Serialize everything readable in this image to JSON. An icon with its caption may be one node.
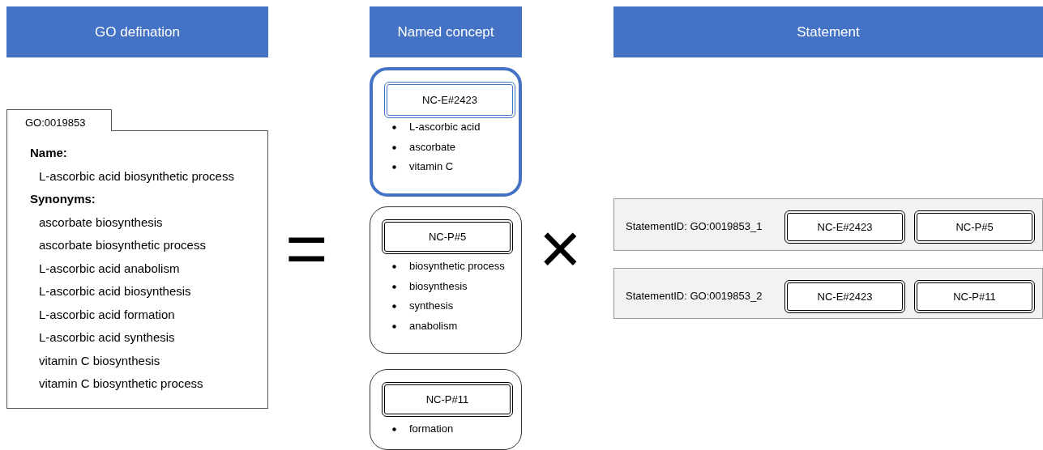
{
  "diagram": {
    "nodes": [
      {
        "text": [
          "GO defination"
        ]
      },
      {
        "text": [
          "Named concept"
        ]
      },
      {
        "text": [
          "Statement"
        ]
      },
      {
        "text": [
          "GO:0019853",
          "Name:",
          "L-ascorbic acid biosynthetic process",
          "Synonyms:",
          "ascorbate biosynthesis",
          "ascorbate biosynthetic process",
          "L-ascorbic acid anabolism",
          "L-ascorbic acid biosynthesis",
          "L-ascorbic acid formation",
          "L-ascorbic acid synthesis",
          "vitamin C biosynthesis",
          "vitamin C biosynthetic process"
        ]
      },
      {
        "text": [
          "L-ascorbic acid",
          "ascorbate",
          "vitamin C"
        ]
      },
      {
        "text": [
          "NC-E#2423"
        ],
        "in": 4
      },
      {
        "text": [
          "biosynthetic process",
          "biosynthesis",
          "synthesis",
          "anabolism"
        ]
      },
      {
        "text": [
          "NC-P#5"
        ],
        "in": 6
      },
      {
        "text": [
          "formation"
        ]
      },
      {
        "text": [
          "NC-P#11"
        ],
        "in": 8
      },
      {
        "text": [
          "StatementID: GO:0019853_1"
        ]
      },
      {
        "text": [
          "NC-E#2423"
        ],
        "in": 10
      },
      {
        "text": [
          "NC-P#5"
        ],
        "in": 10
      },
      {
        "text": [
          "StatementID: GO:0019853_2"
        ]
      },
      {
        "text": [
          "NC-E#2423"
        ],
        "in": 13
      },
      {
        "text": [
          "NC-P#11"
        ],
        "in": 13
      }
    ],
    "labels": [
      "=",
      "×"
    ]
  }
}
